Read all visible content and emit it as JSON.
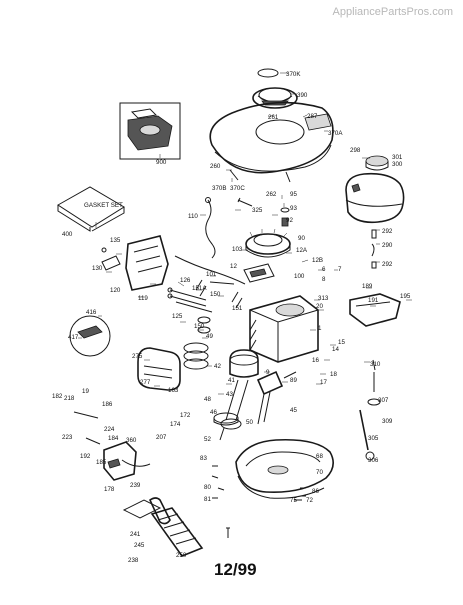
{
  "watermark": "AppliancePartsPros.com",
  "revision_date": "12/99",
  "callouts": [
    {
      "id": "c370k",
      "label": "370K"
    },
    {
      "id": "c390",
      "label": "390"
    },
    {
      "id": "c261",
      "label": "261"
    },
    {
      "id": "c287",
      "label": "287"
    },
    {
      "id": "c370a",
      "label": "370A"
    },
    {
      "id": "c900",
      "label": "900"
    },
    {
      "id": "c260",
      "label": "260"
    },
    {
      "id": "c370b",
      "label": "370B"
    },
    {
      "id": "c370c",
      "label": "370C"
    },
    {
      "id": "c298",
      "label": "298"
    },
    {
      "id": "c301",
      "label": "301"
    },
    {
      "id": "c300",
      "label": "300"
    },
    {
      "id": "c262",
      "label": "262"
    },
    {
      "id": "c95",
      "label": "95"
    },
    {
      "id": "c325",
      "label": "325"
    },
    {
      "id": "c93",
      "label": "93"
    },
    {
      "id": "c110",
      "label": "110"
    },
    {
      "id": "c92",
      "label": "92"
    },
    {
      "id": "c400",
      "label": "400"
    },
    {
      "id": "c292a",
      "label": "292"
    },
    {
      "id": "c290",
      "label": "290"
    },
    {
      "id": "c292b",
      "label": "292"
    },
    {
      "id": "c90",
      "label": "90"
    },
    {
      "id": "c103",
      "label": "103"
    },
    {
      "id": "c12a",
      "label": "12A"
    },
    {
      "id": "c12b",
      "label": "12B"
    },
    {
      "id": "c100",
      "label": "100"
    },
    {
      "id": "c12",
      "label": "12"
    },
    {
      "id": "c6",
      "label": "6"
    },
    {
      "id": "c8",
      "label": "8"
    },
    {
      "id": "c7",
      "label": "7"
    },
    {
      "id": "c135",
      "label": "135"
    },
    {
      "id": "c130",
      "label": "130"
    },
    {
      "id": "c101",
      "label": "101"
    },
    {
      "id": "c126",
      "label": "126"
    },
    {
      "id": "c120",
      "label": "120"
    },
    {
      "id": "c119",
      "label": "119"
    },
    {
      "id": "c151a",
      "label": "151A"
    },
    {
      "id": "c150",
      "label": "150"
    },
    {
      "id": "c313",
      "label": "313"
    },
    {
      "id": "c20",
      "label": "20"
    },
    {
      "id": "c189",
      "label": "189"
    },
    {
      "id": "c191",
      "label": "191"
    },
    {
      "id": "c195",
      "label": "195"
    },
    {
      "id": "c125",
      "label": "125"
    },
    {
      "id": "c151",
      "label": "151"
    },
    {
      "id": "c416",
      "label": "416"
    },
    {
      "id": "c417",
      "label": "417"
    },
    {
      "id": "c150b",
      "label": "150"
    },
    {
      "id": "c49",
      "label": "49"
    },
    {
      "id": "c1",
      "label": "1"
    },
    {
      "id": "c15",
      "label": "15"
    },
    {
      "id": "c14",
      "label": "14"
    },
    {
      "id": "c16",
      "label": "16"
    },
    {
      "id": "c17",
      "label": "17"
    },
    {
      "id": "c18",
      "label": "18"
    },
    {
      "id": "c310",
      "label": "310"
    },
    {
      "id": "c275",
      "label": "275"
    },
    {
      "id": "c42",
      "label": "42"
    },
    {
      "id": "c9",
      "label": "9"
    },
    {
      "id": "c89",
      "label": "89"
    },
    {
      "id": "c277",
      "label": "277"
    },
    {
      "id": "c41",
      "label": "41"
    },
    {
      "id": "c43",
      "label": "43"
    },
    {
      "id": "c19",
      "label": "19"
    },
    {
      "id": "c182",
      "label": "182"
    },
    {
      "id": "c218",
      "label": "218"
    },
    {
      "id": "c186",
      "label": "186"
    },
    {
      "id": "c163",
      "label": "163"
    },
    {
      "id": "c172",
      "label": "172"
    },
    {
      "id": "c48",
      "label": "48"
    },
    {
      "id": "c46",
      "label": "46"
    },
    {
      "id": "c45",
      "label": "45"
    },
    {
      "id": "c307",
      "label": "307"
    },
    {
      "id": "c174",
      "label": "174"
    },
    {
      "id": "c50",
      "label": "50"
    },
    {
      "id": "c309",
      "label": "309"
    },
    {
      "id": "c224",
      "label": "224"
    },
    {
      "id": "c223",
      "label": "223"
    },
    {
      "id": "c184",
      "label": "184"
    },
    {
      "id": "c360",
      "label": "360"
    },
    {
      "id": "c207",
      "label": "207"
    },
    {
      "id": "c52",
      "label": "52"
    },
    {
      "id": "c305",
      "label": "305"
    },
    {
      "id": "c192",
      "label": "192"
    },
    {
      "id": "c185",
      "label": "185"
    },
    {
      "id": "c68",
      "label": "68"
    },
    {
      "id": "c70",
      "label": "70"
    },
    {
      "id": "c306",
      "label": "306"
    },
    {
      "id": "c83",
      "label": "83"
    },
    {
      "id": "c178",
      "label": "178"
    },
    {
      "id": "c239",
      "label": "239"
    },
    {
      "id": "c80",
      "label": "80"
    },
    {
      "id": "c86",
      "label": "86"
    },
    {
      "id": "c75",
      "label": "75"
    },
    {
      "id": "c72",
      "label": "72"
    },
    {
      "id": "c81",
      "label": "81"
    },
    {
      "id": "c241",
      "label": "241"
    },
    {
      "id": "c245",
      "label": "245"
    },
    {
      "id": "c250",
      "label": "250"
    },
    {
      "id": "c238",
      "label": "238"
    }
  ],
  "gasket_set_label": "GASKET SET"
}
